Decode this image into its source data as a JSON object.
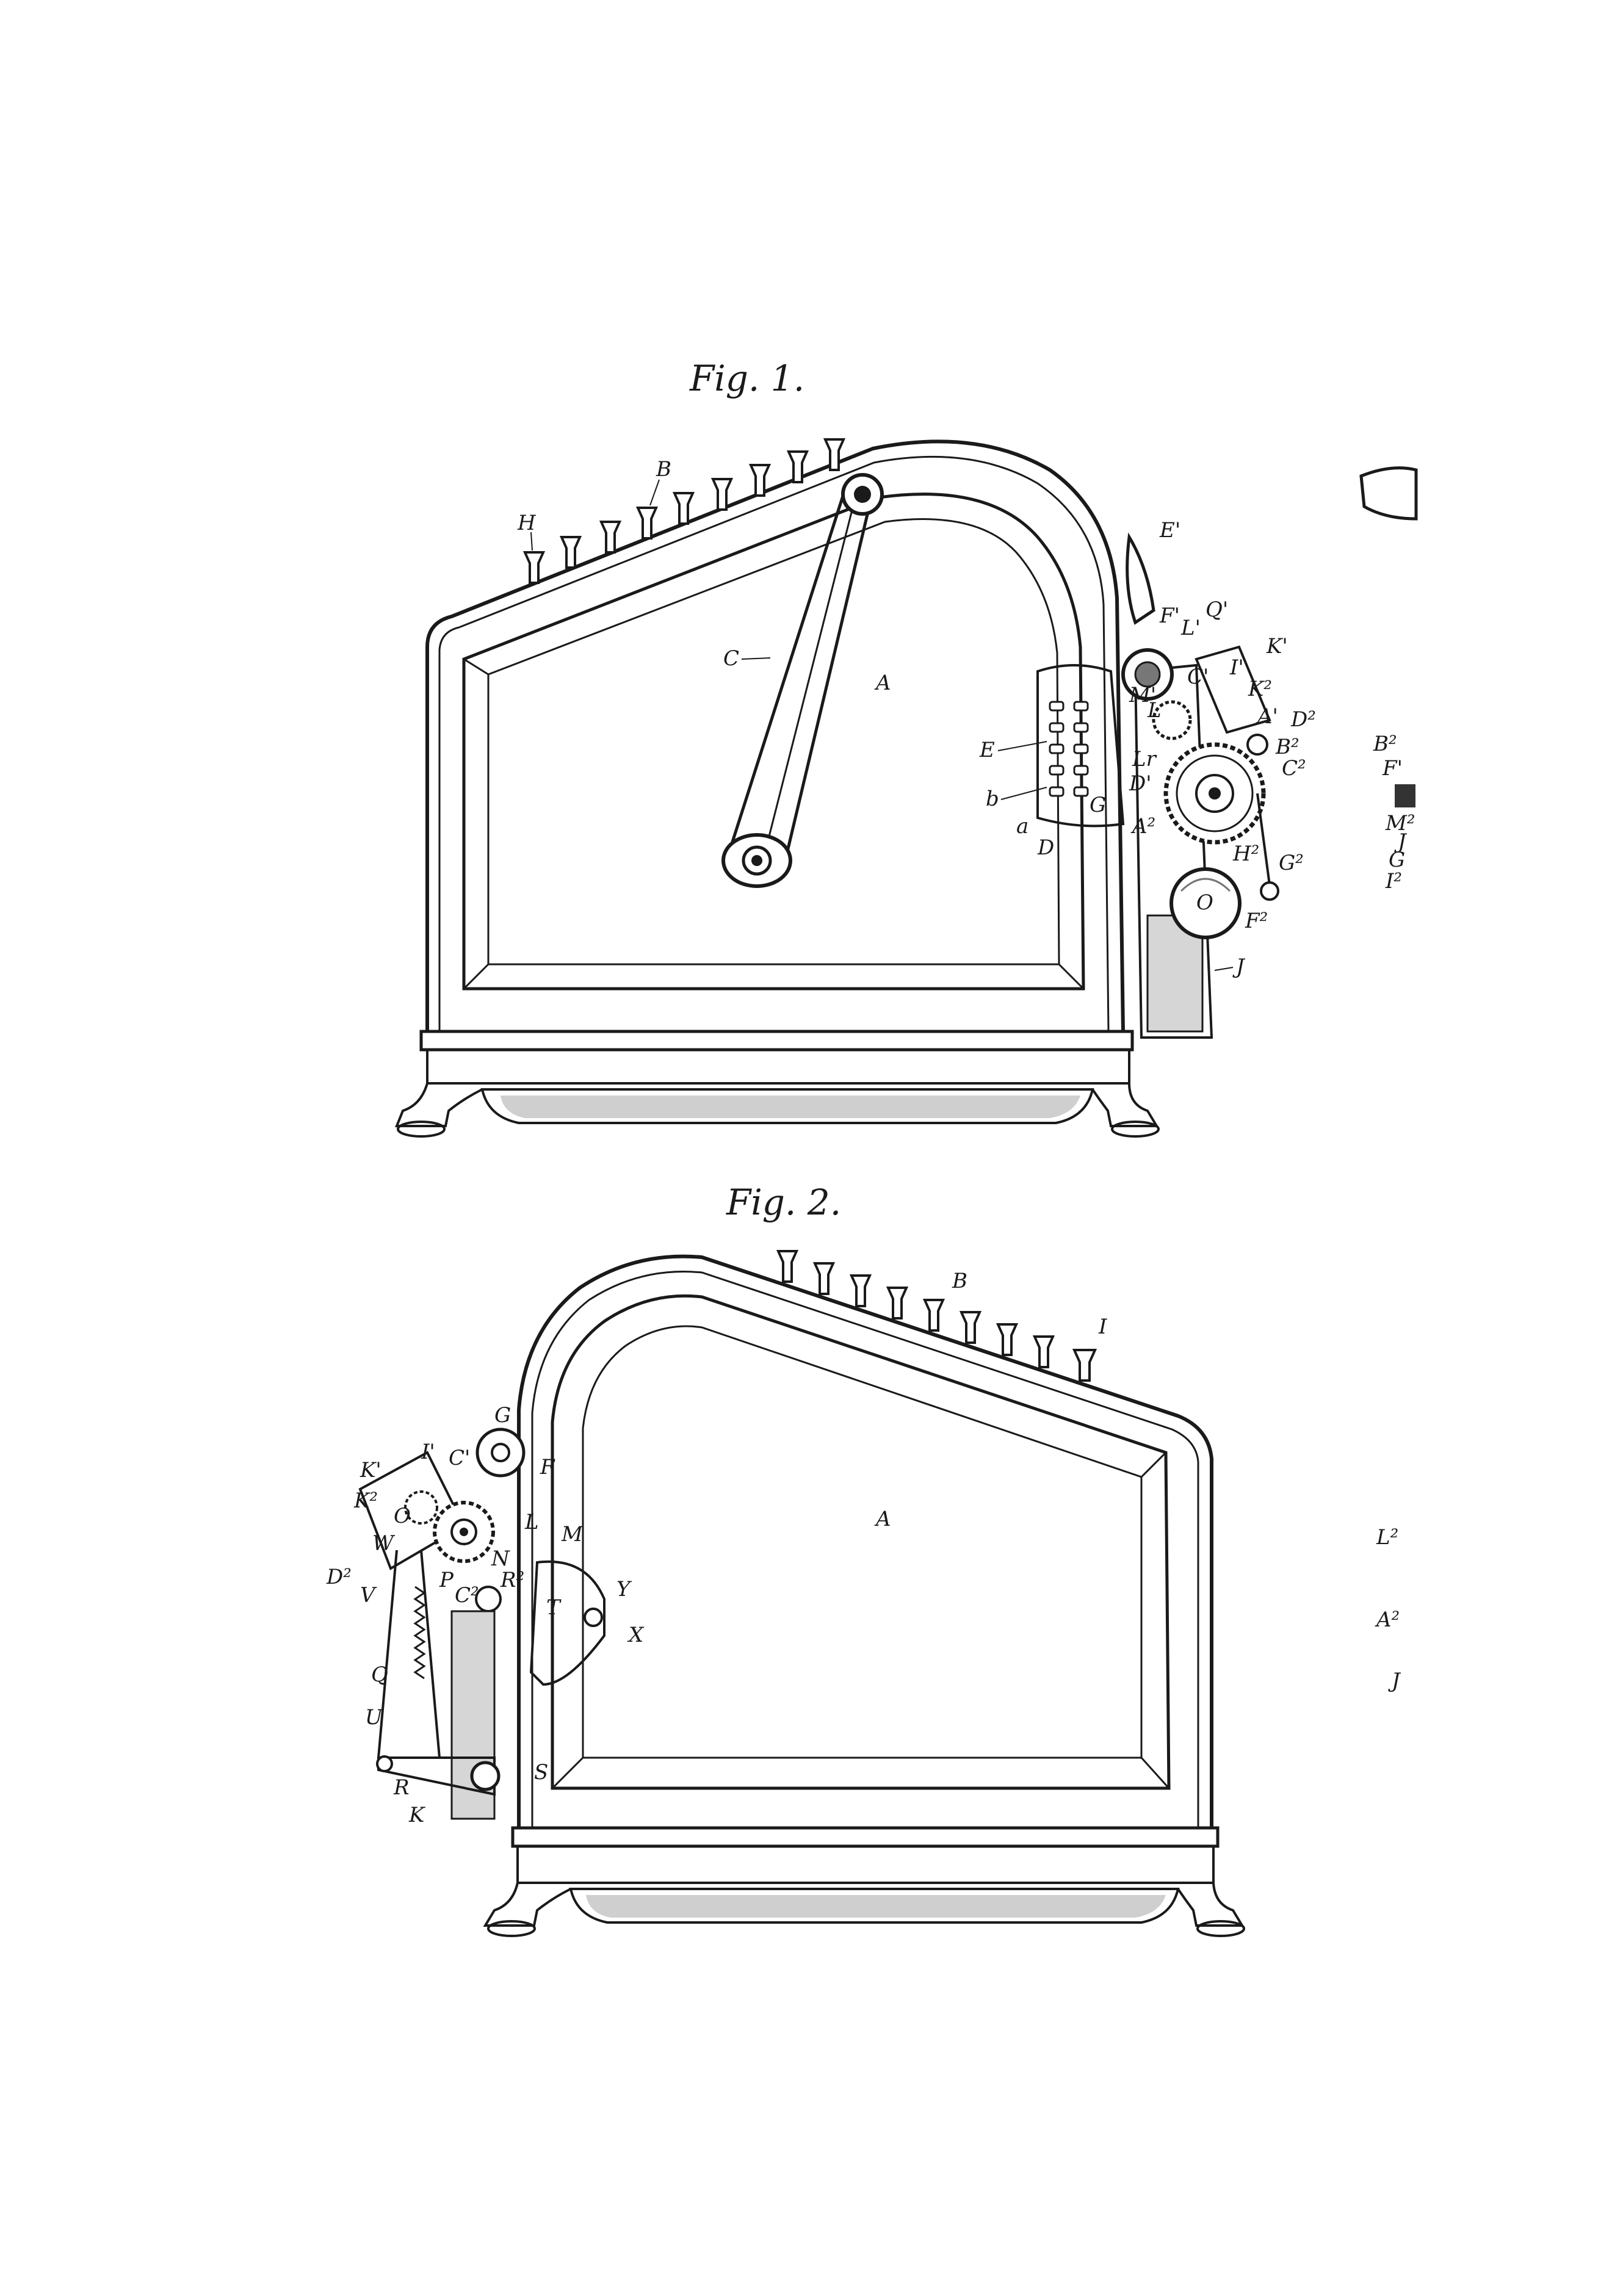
{
  "figures": [
    {
      "title": "Fig. 1.",
      "labels": {
        "key": "H",
        "keys": "B",
        "crank": "C",
        "case": "A",
        "e1": "E'",
        "f1": "F'",
        "l1": "L'",
        "q1": "Q'",
        "k1": "K'",
        "i1": "I'",
        "c1": "C'",
        "k2": "K²",
        "m1": "M'",
        "d2": "D²",
        "a1": "A'",
        "b2": "B²",
        "l": "L",
        "lr": "Lr",
        "c2": "C²",
        "e": "E",
        "b": "b",
        "a": "a",
        "g": "G",
        "d": "D",
        "d1": "D'",
        "a2": "A²",
        "h2": "H²",
        "g2": "G²",
        "o": "O",
        "f2": "F²",
        "j": "J"
      }
    },
    {
      "title": "Fig. 2.",
      "labels": {
        "keys": "B",
        "key": "I",
        "g": "G",
        "k1": "K'",
        "i1": "I'",
        "c1": "C'",
        "f": "F",
        "k2": "K²",
        "o": "O",
        "w": "W",
        "d2": "D²",
        "p": "P",
        "n": "N",
        "l": "L",
        "m": "M",
        "c2": "C²",
        "v": "V",
        "r2": "R²",
        "t": "T",
        "y": "Y",
        "x": "X",
        "case": "A",
        "q": "Q",
        "u": "U",
        "r": "R",
        "s": "S",
        "k": "K"
      }
    }
  ],
  "margin_fragments": [
    "B²",
    "F'",
    "M²",
    "J",
    "G",
    "I²",
    "L²",
    "A²",
    "J"
  ]
}
